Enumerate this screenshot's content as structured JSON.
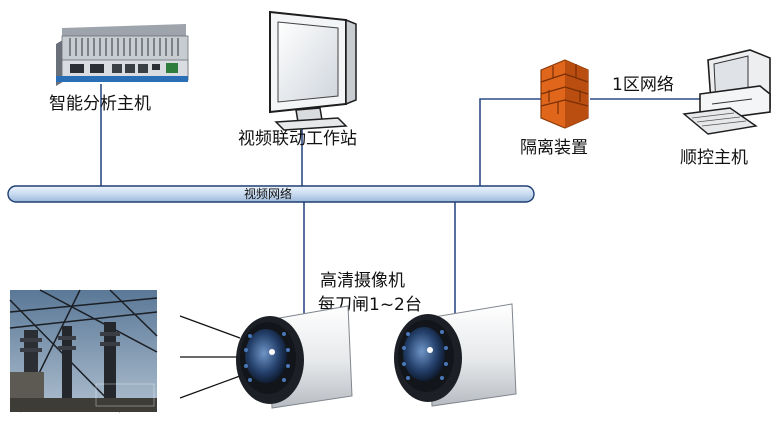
{
  "nodes": {
    "analysis_host": "智能分析主机",
    "workstation": "视频联动工作站",
    "isolation": "隔离装置",
    "control_host": "顺控主机",
    "camera_note_line1": "高清摄像机",
    "camera_note_line2": "每刀闸1~2台"
  },
  "links": {
    "bus": "视频网络",
    "zone1": "1区网络"
  },
  "colors": {
    "bus_fill": "#cfe0f3",
    "bus_stroke": "#1f3f73",
    "link": "#2e4c86",
    "firewall": "#e0661c",
    "photo_sky": "#6f8aa8"
  }
}
